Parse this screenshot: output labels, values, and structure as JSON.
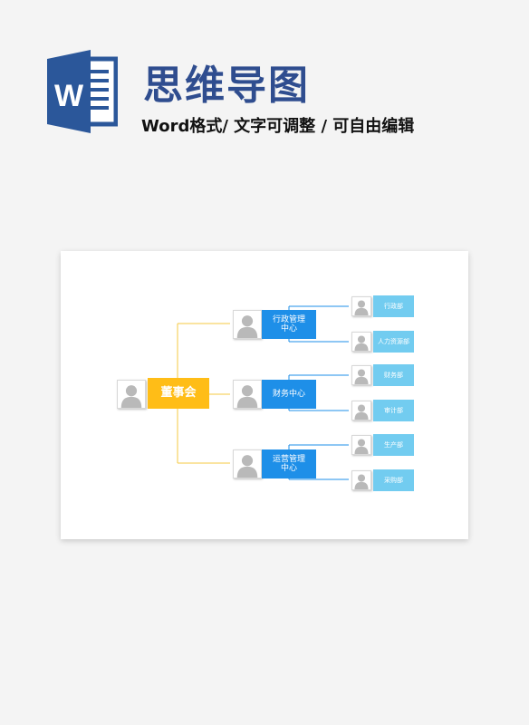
{
  "header": {
    "title": "思维导图",
    "subtitle": "Word格式/ 文字可调整 / 可自由编辑",
    "logo_letter": "W",
    "logo_icon": "word-document-icon"
  },
  "colors": {
    "title": "#2f4d8f",
    "root_box": "#ffbd17",
    "root_connector": "#f5c842",
    "mid_box": "#1e8fe8",
    "leaf_box": "#72ccf0",
    "leaf_connector": "#1e8fe8",
    "avatar_icon": "#b9b9b9"
  },
  "mindmap": {
    "root": {
      "label": "董事会",
      "icon": "person-avatar-icon"
    },
    "branches": [
      {
        "label": "行政管理\n中心",
        "icon": "person-avatar-icon",
        "children": [
          "行政部",
          "人力资源部"
        ]
      },
      {
        "label": "财务中心",
        "icon": "person-avatar-icon",
        "children": [
          "财务部",
          "审计部"
        ]
      },
      {
        "label": "运营管理\n中心",
        "icon": "person-avatar-icon",
        "children": [
          "生产部",
          "采购部"
        ]
      }
    ]
  }
}
